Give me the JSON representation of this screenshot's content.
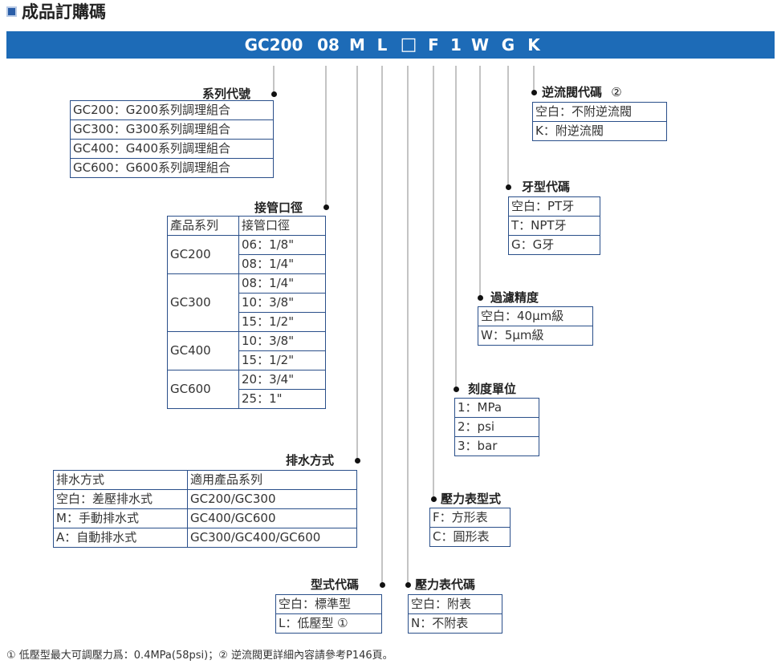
{
  "title": "成品訂購碼",
  "code": [
    "GC200",
    "08",
    "M",
    "L",
    "□",
    "F",
    "1",
    "W",
    "G",
    "K"
  ],
  "series": {
    "header": "系列代號",
    "rows": [
      "GC200：G200系列調理組合",
      "GC300：G300系列調理組合",
      "GC400：G400系列調理組合",
      "GC600：G600系列調理組合"
    ]
  },
  "port": {
    "header": "接管口徑",
    "col1": "產品系列",
    "col2": "接管口徑",
    "groups": [
      {
        "series": "GC200",
        "sizes": [
          "06：1/8\"",
          "08：1/4\""
        ]
      },
      {
        "series": "GC300",
        "sizes": [
          "08：1/4\"",
          "10：3/8\"",
          "15：1/2\""
        ]
      },
      {
        "series": "GC400",
        "sizes": [
          "10：3/8\"",
          "15：1/2\""
        ]
      },
      {
        "series": "GC600",
        "sizes": [
          "20：3/4\"",
          "25：1\""
        ]
      }
    ]
  },
  "drain": {
    "header": "排水方式",
    "col1": "排水方式",
    "col2": "適用產品系列",
    "rows": [
      "空白：差壓排水式",
      "M：手動排水式",
      "A：自動排水式"
    ],
    "apply": [
      "GC200/GC300",
      "GC400/GC600",
      "GC300/GC400/GC600"
    ]
  },
  "type": {
    "header": "型式代碼",
    "rows": [
      "空白：標準型",
      "L：低壓型 ①"
    ]
  },
  "gaugecode": {
    "header": "壓力表代碼",
    "rows": [
      "空白：附表",
      "N：不附表"
    ]
  },
  "gaugetype": {
    "header": "壓力表型式",
    "rows": [
      "F：方形表",
      "C：圓形表"
    ]
  },
  "scale": {
    "header": "刻度單位",
    "rows": [
      "1：MPa",
      "2：psi",
      "3：bar"
    ]
  },
  "filter": {
    "header": "過濾精度",
    "rows": [
      "空白：40μm級",
      "W：5μm級"
    ]
  },
  "thread": {
    "header": "牙型代碼",
    "rows": [
      "空白：PT牙",
      "T：NPT牙",
      "G：G牙"
    ]
  },
  "check": {
    "header": "逆流閥代碼",
    "note": "②",
    "rows": [
      "空白：不附逆流閥",
      "K：附逆流閥"
    ]
  },
  "footnote": "① 低壓型最大可調壓力爲：0.4MPa(58psi)；② 逆流閥更詳細內容請參考P146頁。"
}
